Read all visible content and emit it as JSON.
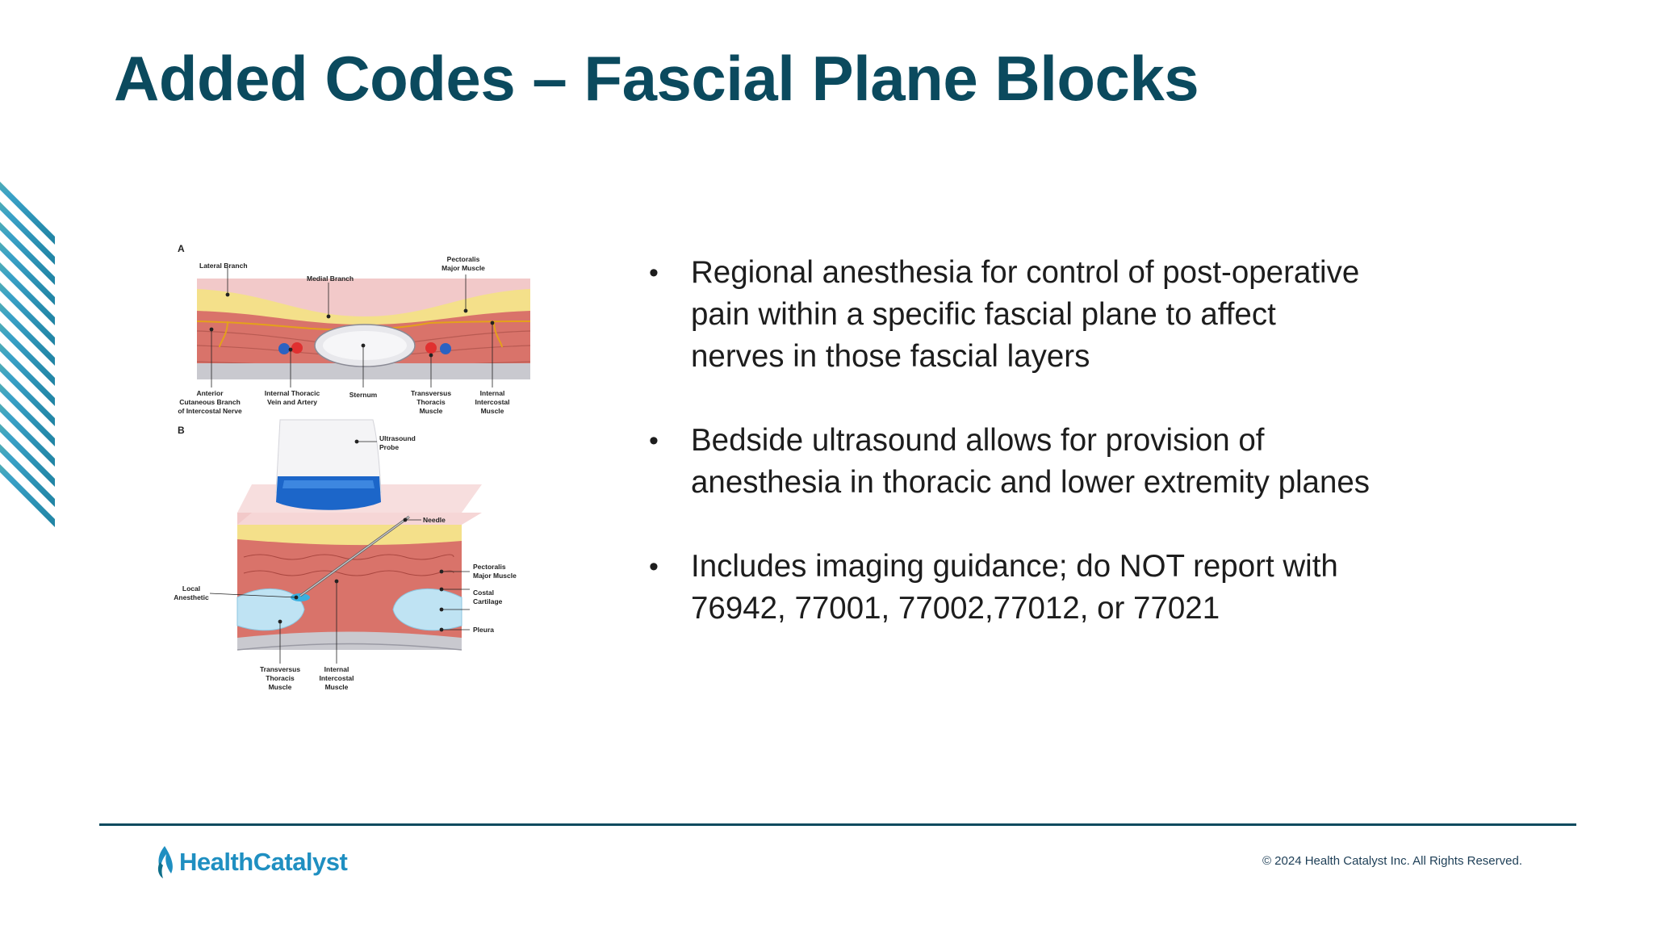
{
  "slide": {
    "title": "Added Codes – Fascial Plane Blocks"
  },
  "bullets": [
    "Regional anesthesia for control of post-operative pain within a specific fascial plane to affect nerves in those fascial layers",
    "Bedside ultrasound allows for provision of anesthesia in thoracic and lower extremity planes",
    "Includes imaging guidance; do NOT report with 76942, 77001, 77002,77012, or 77021"
  ],
  "figure": {
    "panel_a": {
      "letter": "A",
      "lateral_branch": "Lateral Branch",
      "medial_branch": "Medial Branch",
      "pectoralis_major_1": "Pectoralis",
      "pectoralis_major_2": "Major Muscle",
      "anterior_1": "Anterior",
      "anterior_2": "Cutaneous Branch",
      "anterior_3": "of Intercostal Nerve",
      "internal_thoracic_1": "Internal Thoracic",
      "internal_thoracic_2": "Vein and Artery",
      "sternum": "Sternum",
      "transversus_1": "Transversus",
      "transversus_2": "Thoracis",
      "transversus_3": "Muscle",
      "internal_intercostal_1": "Internal",
      "internal_intercostal_2": "Intercostal",
      "internal_intercostal_3": "Muscle"
    },
    "panel_b": {
      "letter": "B",
      "probe_1": "Ultrasound",
      "probe_2": "Probe",
      "needle": "Needle",
      "local_1": "Local",
      "local_2": "Anesthetic",
      "pectoralis_1": "Pectoralis",
      "pectoralis_2": "Major Muscle",
      "costal_1": "Costal",
      "costal_2": "Cartilage",
      "pleura": "Pleura",
      "transversus_1": "Transversus",
      "transversus_2": "Thoracis",
      "transversus_3": "Muscle",
      "internal_1": "Internal",
      "internal_2": "Intercostal",
      "internal_3": "Muscle"
    }
  },
  "footer": {
    "logo_text": "HealthCatalyst",
    "copyright": "© 2024 Health Catalyst Inc. All Rights Reserved."
  },
  "colors": {
    "title": "#0b4a5e",
    "accent_blue": "#1f8fc1",
    "stripe_green": "#79c38c",
    "stripe_teal": "#0e6f8a"
  }
}
